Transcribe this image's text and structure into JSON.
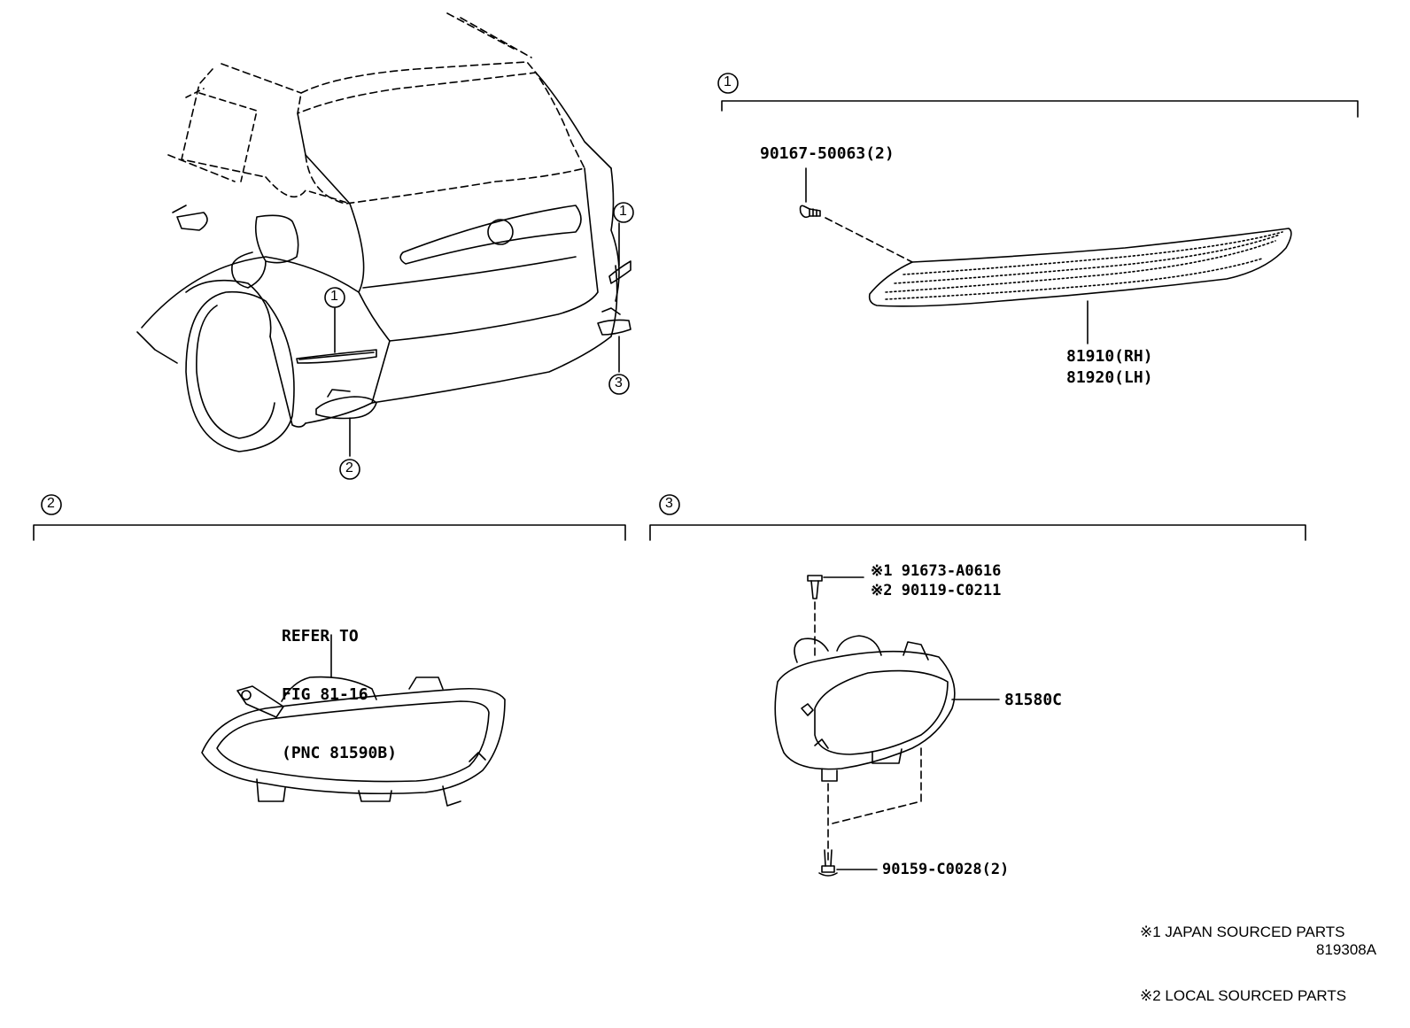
{
  "callouts": {
    "c1": "1",
    "c2": "2",
    "c3": "3"
  },
  "parts": {
    "screw_90167": "90167-50063(2)",
    "reflector_rh": "81910(RH)",
    "reflector_lh": "81920(LH)",
    "refer_line1": "REFER TO",
    "refer_line2": "FIG 81-16",
    "refer_line3": "(PNC 81590B)",
    "screw_alt1": "※1 91673-A0616",
    "screw_alt2": "※2 90119-C0211",
    "lamp_81580c": "81580C",
    "screw_90159": "90159-C0028(2)"
  },
  "notes": {
    "note1": "※1 JAPAN SOURCED PARTS",
    "note2": "※2 LOCAL SOURCED PARTS"
  },
  "diagram_code": "819308A"
}
